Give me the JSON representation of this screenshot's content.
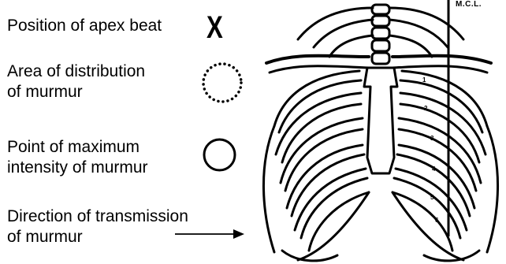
{
  "legend": {
    "apex_beat": "Position of apex beat",
    "apex_symbol": "X",
    "distribution_line1": "Area of distribution",
    "distribution_line2": "of murmur",
    "max_intensity_line1": "Point of maximum",
    "max_intensity_line2": "intensity of murmur",
    "transmission_line1": "Direction of transmission",
    "transmission_line2": "of murmur"
  },
  "diagram": {
    "mcl_label": "M.C.L.",
    "rib_numbers": [
      "1",
      "2",
      "3",
      "4",
      "5",
      "6"
    ]
  }
}
